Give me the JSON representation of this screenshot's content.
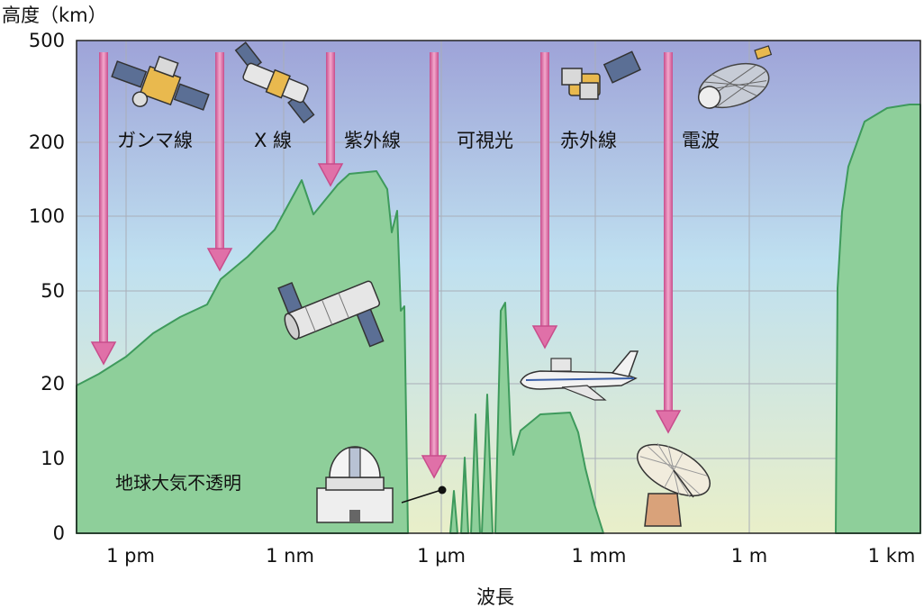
{
  "y_axis_title": "高度（km）",
  "x_axis_title": "波長",
  "y_ticks": [
    "500",
    "200",
    "100",
    "50",
    "20",
    "10",
    "0"
  ],
  "x_ticks": [
    "1 pm",
    "1 nm",
    "1 μm",
    "1 mm",
    "1 m",
    "1 km"
  ],
  "bands": [
    "ガンマ線",
    "X 線",
    "紫外線",
    "可視光",
    "赤外線",
    "電波"
  ],
  "opaque_label": "地球大気不透明",
  "colors": {
    "sky_top": "#9ea3d8",
    "sky_mid": "#bfe0f0",
    "sky_bottom": "#e9efc9",
    "atmosphere_fill": "#8ecf9a",
    "atmosphere_stroke": "#3e9a5c",
    "arrow": "#e070a8",
    "grid": "#a9aeb8"
  },
  "icons": [
    "gamma-satellite-icon",
    "xray-satellite-icon",
    "infrared-satellite-icon",
    "radio-satellite-icon",
    "hubble-telescope-icon",
    "observatory-dome-icon",
    "airborne-observatory-icon",
    "radio-dish-icon"
  ]
}
